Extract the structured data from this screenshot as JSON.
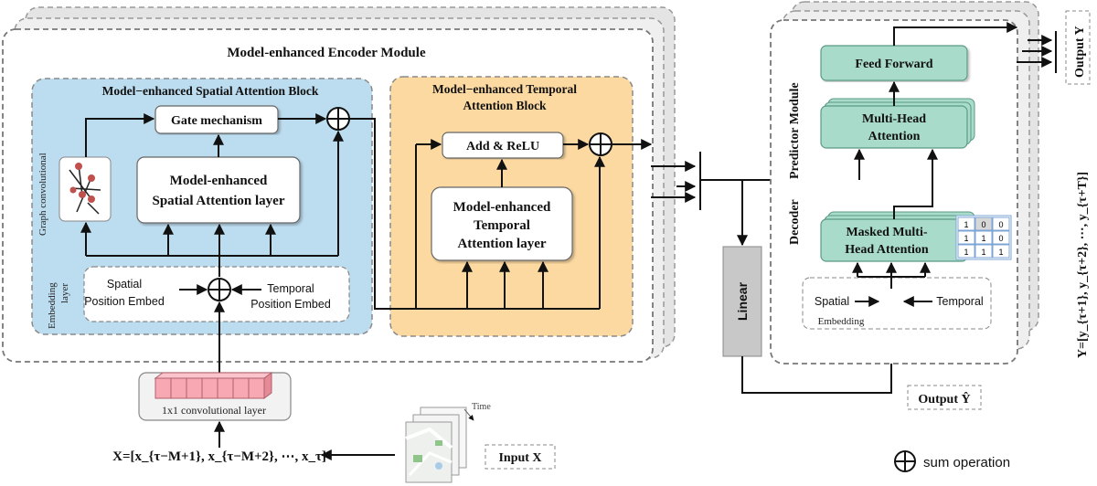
{
  "encoder": {
    "title": "Model-enhanced Encoder Module",
    "spatial_block_title": "Model−enhanced Spatial Attention Block",
    "temporal_block_title_line1": "Model−enhanced Temporal",
    "temporal_block_title_line2": "Attention Block",
    "gate": "Gate mechanism",
    "spatial_layer_line1": "Model-enhanced",
    "spatial_layer_line2": "Spatial Attention layer",
    "add_relu": "Add & ReLU",
    "temporal_layer_line1": "Model-enhanced",
    "temporal_layer_line2": "Temporal",
    "temporal_layer_line3": "Attention layer",
    "graph_conv_label": "Graph convolutional",
    "embedding_layer_line1": "Embedding",
    "embedding_layer_line2": "layer",
    "spatial_pos_line1": "Spatial",
    "spatial_pos_line2": "Position Embed",
    "temporal_pos_line1": "Temporal",
    "temporal_pos_line2": "Position Embed"
  },
  "input": {
    "conv_layer": "1x1 convolutional layer",
    "x_label": "X=[x_{τ−M+1}, x_{τ−M+2}, ⋯, x_τ]",
    "input_x": "Input X",
    "time": "Time"
  },
  "linear": "Linear",
  "decoder": {
    "side_label_line1": "Decoder",
    "side_label_line2": "Predictor Module",
    "feed_forward": "Feed Forward",
    "mha_line1": "Multi-Head",
    "mha_line2": "Attention",
    "masked_line1": "Masked Multi-",
    "masked_line2": "Head Attention",
    "spatial": "Spatial",
    "temporal": "Temporal",
    "embedding": "Embedding",
    "mask_matrix": [
      [
        "1",
        "0",
        "0"
      ],
      [
        "1",
        "1",
        "0"
      ],
      [
        "1",
        "1",
        "1"
      ]
    ]
  },
  "outputs": {
    "output_y_hat": "Output Ŷ",
    "output_y": "Output Y",
    "y_formula": "Y=[y_{τ+1}, y_{τ+2}, ⋯, y_{τ+T}]"
  },
  "legend": {
    "sum": "sum operation"
  },
  "colors": {
    "spatial_bg": "#bcdcef",
    "temporal_bg": "#fcd9a1",
    "decoder_box": "#a8dbc9",
    "linear_box": "#c8c8c8",
    "conv_cells": "#f7a8b3",
    "shadow": "#e3e3e3"
  }
}
